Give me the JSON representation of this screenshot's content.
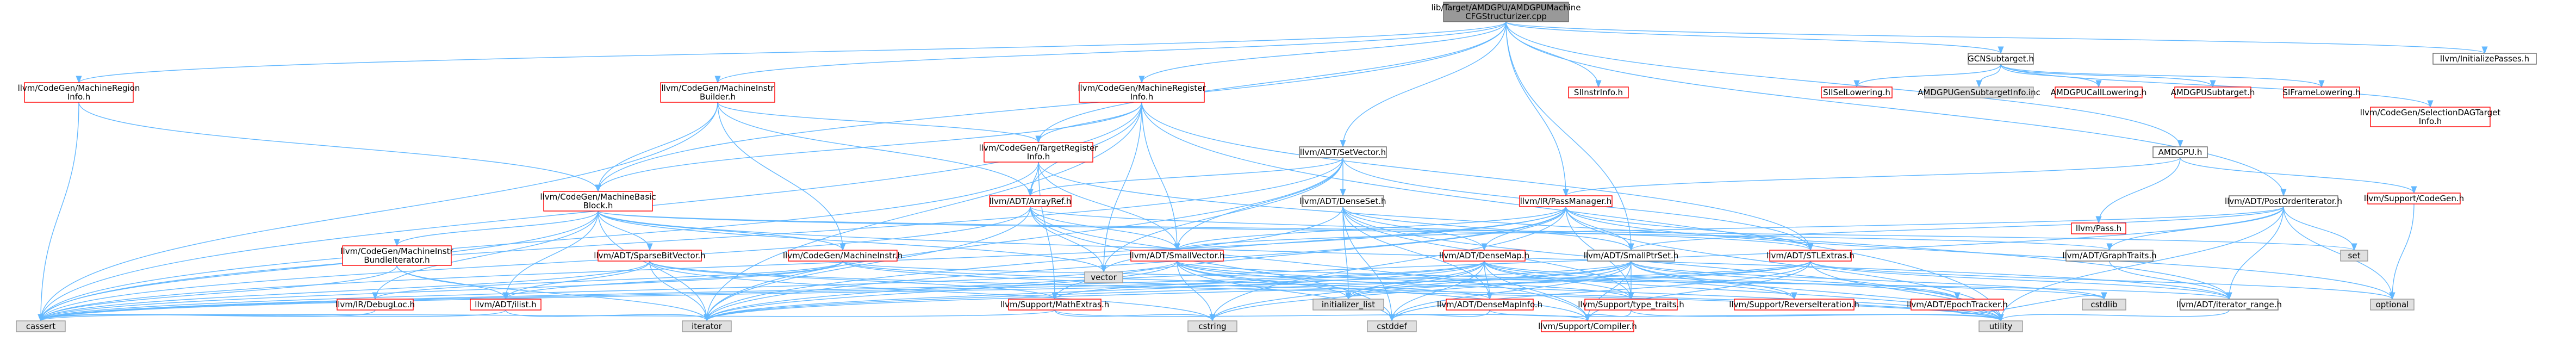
{
  "diagram": {
    "type": "include-dependency-graph",
    "colors": {
      "root_fill": "#999999",
      "root_border": "#666666",
      "link_fill": "#ffffff",
      "link_border": "#ff0000",
      "external_fill": "#e0e0e0",
      "external_border": "#999999",
      "edge": "#63b8ff"
    },
    "nodes": [
      {
        "id": "root",
        "kind": "root",
        "lines": [
          "lib/Target/AMDGPU/AMDGPUMachine",
          "CFGStructurizer.cpp"
        ]
      },
      {
        "id": "machineregioninfo",
        "kind": "link",
        "lines": [
          "llvm/CodeGen/MachineRegion",
          "Info.h"
        ]
      },
      {
        "id": "machineinstrbuilder",
        "kind": "link",
        "lines": [
          "llvm/CodeGen/MachineInstr",
          "Builder.h"
        ]
      },
      {
        "id": "machineregisterinfo",
        "kind": "link",
        "lines": [
          "llvm/CodeGen/MachineRegister",
          "Info.h"
        ]
      },
      {
        "id": "sdninfo",
        "kind": "link",
        "lines": [
          "SIInstrInfo.h"
        ]
      },
      {
        "id": "gcnsubtarget",
        "kind": "plain",
        "lines": [
          "GCNSubtarget.h"
        ]
      },
      {
        "id": "initializepasses",
        "kind": "plain",
        "lines": [
          "llvm/InitializePasses.h"
        ]
      },
      {
        "id": "isellowering",
        "kind": "link",
        "lines": [
          "SIISelLowering.h"
        ]
      },
      {
        "id": "genformats",
        "kind": "external",
        "lines": [
          "AMDGPUGenSubtargetInfo.inc"
        ]
      },
      {
        "id": "calllowering",
        "kind": "link",
        "lines": [
          "AMDGPUCallLowering.h"
        ]
      },
      {
        "id": "amdgpusubtarget",
        "kind": "link",
        "lines": [
          "AMDGPUSubtarget.h"
        ]
      },
      {
        "id": "frameLowering",
        "kind": "link",
        "lines": [
          "SIFrameLowering.h"
        ]
      },
      {
        "id": "selectiondagtarget",
        "kind": "link",
        "lines": [
          "llvm/CodeGen/SelectionDAGTarget",
          "Info.h"
        ]
      },
      {
        "id": "targetregisterinfo",
        "kind": "link",
        "lines": [
          "llvm/CodeGen/TargetRegister",
          "Info.h"
        ]
      },
      {
        "id": "setvector",
        "kind": "plain",
        "lines": [
          "llvm/ADT/SetVector.h"
        ]
      },
      {
        "id": "amdgpu",
        "kind": "plain",
        "lines": [
          "AMDGPU.h"
        ]
      },
      {
        "id": "machinebasicblock",
        "kind": "link",
        "lines": [
          "llvm/CodeGen/MachineBasic",
          "Block.h"
        ]
      },
      {
        "id": "arrayref",
        "kind": "link",
        "lines": [
          "llvm/ADT/ArrayRef.h"
        ]
      },
      {
        "id": "densesetc",
        "kind": "plain",
        "lines": [
          "llvm/ADT/DenseSet.h"
        ]
      },
      {
        "id": "passmanager",
        "kind": "link",
        "lines": [
          "llvm/IR/PassManager.h"
        ]
      },
      {
        "id": "passh",
        "kind": "link",
        "lines": [
          "llvm/Pass.h"
        ]
      },
      {
        "id": "postorderiterator",
        "kind": "plain",
        "lines": [
          "llvm/ADT/PostOrderIterator.h"
        ]
      },
      {
        "id": "supportcodegen",
        "kind": "link",
        "lines": [
          "llvm/Support/CodeGen.h"
        ]
      },
      {
        "id": "machineinstrbundleiterator",
        "kind": "link",
        "lines": [
          "llvm/CodeGen/MachineInstr",
          "BundleIterator.h"
        ]
      },
      {
        "id": "sparsebitvector",
        "kind": "link",
        "lines": [
          "llvm/ADT/SparseBitVector.h"
        ]
      },
      {
        "id": "machineinstr",
        "kind": "link",
        "lines": [
          "llvm/CodeGen/MachineInstr.h"
        ]
      },
      {
        "id": "smallvector",
        "kind": "link",
        "lines": [
          "llvm/ADT/SmallVector.h"
        ]
      },
      {
        "id": "densemap",
        "kind": "link",
        "lines": [
          "llvm/ADT/DenseMap.h"
        ]
      },
      {
        "id": "smallptrset",
        "kind": "plain",
        "lines": [
          "llvm/ADT/SmallPtrSet.h"
        ]
      },
      {
        "id": "stlextras",
        "kind": "link",
        "lines": [
          "llvm/ADT/STLExtras.h"
        ]
      },
      {
        "id": "graphtraits",
        "kind": "plain",
        "lines": [
          "llvm/ADT/GraphTraits.h"
        ]
      },
      {
        "id": "set",
        "kind": "external",
        "lines": [
          "set"
        ]
      },
      {
        "id": "vector",
        "kind": "external",
        "lines": [
          "vector"
        ]
      },
      {
        "id": "iriplist",
        "kind": "link",
        "lines": [
          "llvm/ADT/ilist.h"
        ]
      },
      {
        "id": "debugloc",
        "kind": "link",
        "lines": [
          "llvm/IR/DebugLoc.h"
        ]
      },
      {
        "id": "mathextras",
        "kind": "link",
        "lines": [
          "llvm/Support/MathExtras.h"
        ]
      },
      {
        "id": "initializerlist",
        "kind": "external",
        "lines": [
          "initializer_list"
        ]
      },
      {
        "id": "densemapinfo",
        "kind": "link",
        "lines": [
          "llvm/ADT/DenseMapInfo.h"
        ]
      },
      {
        "id": "typetraits",
        "kind": "link",
        "lines": [
          "llvm/Support/type_traits.h"
        ]
      },
      {
        "id": "reverseiteration",
        "kind": "link",
        "lines": [
          "llvm/Support/ReverseIteration.h"
        ]
      },
      {
        "id": "epochtracker",
        "kind": "link",
        "lines": [
          "llvm/ADT/EpochTracker.h"
        ]
      },
      {
        "id": "cstdlib",
        "kind": "external",
        "lines": [
          "cstdlib"
        ]
      },
      {
        "id": "iteratorrange",
        "kind": "plain",
        "lines": [
          "llvm/ADT/iterator_range.h"
        ]
      },
      {
        "id": "optional",
        "kind": "external",
        "lines": [
          "optional"
        ]
      },
      {
        "id": "cassert",
        "kind": "external",
        "lines": [
          "cassert"
        ]
      },
      {
        "id": "iterator",
        "kind": "external",
        "lines": [
          "iterator"
        ]
      },
      {
        "id": "cstring",
        "kind": "external",
        "lines": [
          "cstring"
        ]
      },
      {
        "id": "cstddef",
        "kind": "external",
        "lines": [
          "cstddef"
        ]
      },
      {
        "id": "compiler",
        "kind": "link",
        "lines": [
          "llvm/Support/Compiler.h"
        ]
      },
      {
        "id": "utility",
        "kind": "external",
        "lines": [
          "utility"
        ]
      }
    ]
  }
}
